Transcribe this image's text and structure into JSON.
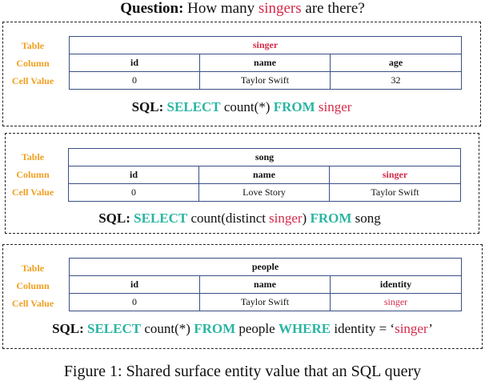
{
  "question": {
    "label": "Question:",
    "pre": "How many",
    "highlight": "singers",
    "post": "are there?"
  },
  "row_labels": [
    "Table",
    "Column",
    "Cell Value"
  ],
  "panels": [
    {
      "table_name": "singer",
      "columns": [
        "id",
        "name",
        "age"
      ],
      "values": [
        "0",
        "Taylor Swift",
        "32"
      ],
      "sql": {
        "label": "SQL:",
        "select": "SELECT",
        "expr": "count(*)",
        "from": "FROM",
        "table": "singer"
      }
    },
    {
      "table_name": "song",
      "columns": [
        "id",
        "name",
        "singer"
      ],
      "values": [
        "0",
        "Love Story",
        "Taylor Swift"
      ],
      "sql": {
        "label": "SQL:",
        "select": "SELECT",
        "expr_pre": "count(distinct",
        "expr_col": "singer",
        "expr_post": ")",
        "from": "FROM",
        "table": "song"
      }
    },
    {
      "table_name": "people",
      "columns": [
        "id",
        "name",
        "identity"
      ],
      "values": [
        "0",
        "Taylor Swift",
        "singer"
      ],
      "sql": {
        "label": "SQL:",
        "select": "SELECT",
        "expr": "count(*)",
        "from": "FROM",
        "table": "people",
        "where": "WHERE",
        "cond_pre": "identity = ‘",
        "cond_val": "singer",
        "cond_post": "’"
      }
    }
  ],
  "caption": "Figure 1: Shared surface entity value that an SQL query"
}
